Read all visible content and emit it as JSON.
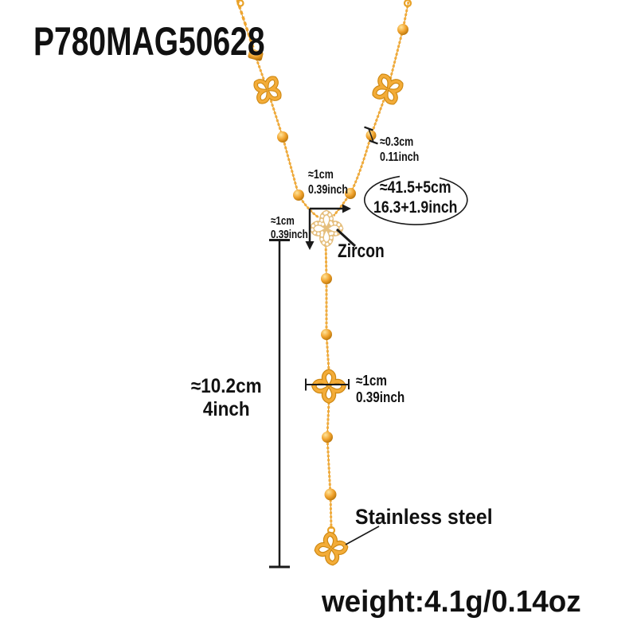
{
  "product": {
    "code": "P780MAG50628",
    "weight": "weight:4.1g/0.14oz"
  },
  "measurements": {
    "bead": {
      "cm": "≈0.3cm",
      "inch": "0.11inch"
    },
    "pendant_width": {
      "cm": "≈1cm",
      "inch": "0.39inch"
    },
    "pendant_height": {
      "cm": "≈1cm",
      "inch": "0.39inch"
    },
    "chain_length": {
      "cm": "≈41.5+5cm",
      "inch": "16.3+1.9inch"
    },
    "drop_length": {
      "cm": "≈10.2cm",
      "inch": "4inch"
    },
    "clover_width": {
      "cm": "≈1cm",
      "inch": "0.39inch"
    }
  },
  "labels": {
    "zircon": "Zircon",
    "material": "Stainless steel"
  },
  "icons": {
    "clover_charm": "four-petal-clover",
    "gold_bead": "sphere-bead"
  },
  "colors": {
    "gold": "#F0A62F",
    "gold_dark": "#CE8812",
    "gold_light": "#FFE49A",
    "ink": "#111111"
  }
}
